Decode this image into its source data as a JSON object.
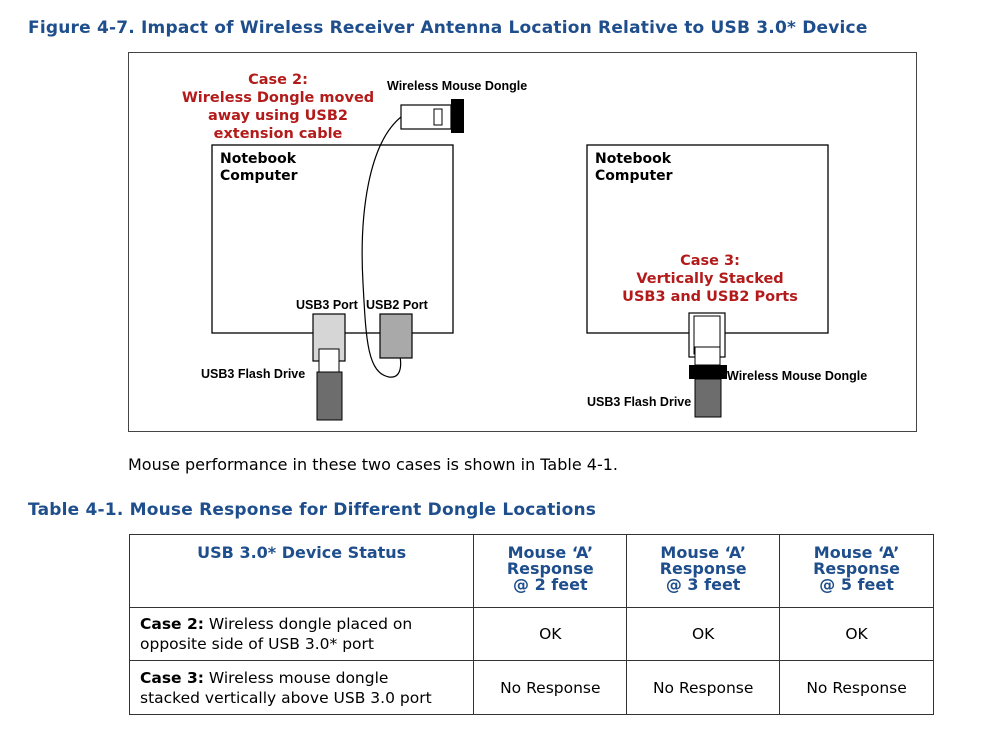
{
  "figure": {
    "caption": "Figure 4-7. Impact of Wireless Receiver Antenna Location Relative to USB 3.0* Device",
    "left_case": {
      "title_lines": [
        "Case 2:",
        "Wireless Dongle moved",
        "away using USB2",
        "extension cable"
      ],
      "notebook_lines": [
        "Notebook",
        "Computer"
      ],
      "dongle_label": "Wireless Mouse Dongle",
      "usb3_port_label": "USB3 Port",
      "usb2_port_label": "USB2 Port",
      "flash_drive_label": "USB3 Flash Drive"
    },
    "right_case": {
      "notebook_lines": [
        "Notebook",
        "Computer"
      ],
      "title_lines": [
        "Case 3:",
        "Vertically Stacked",
        "USB3 and USB2 Ports"
      ],
      "dongle_label": "Wireless Mouse Dongle",
      "flash_drive_label": "USB3 Flash Drive"
    }
  },
  "body_text": "Mouse performance in these two cases is shown in Table 4-1.",
  "table": {
    "caption": "Table 4-1. Mouse Response for Different Dongle Locations",
    "headers": [
      {
        "lines": [
          "USB 3.0* Device Status"
        ]
      },
      {
        "lines": [
          "Mouse ‘A’",
          "Response",
          "@ 2 feet"
        ]
      },
      {
        "lines": [
          "Mouse ‘A’",
          "Response",
          "@ 3 feet"
        ]
      },
      {
        "lines": [
          "Mouse ‘A’",
          "Response",
          "@ 5 feet"
        ]
      }
    ],
    "rows": [
      {
        "case": "Case 2:",
        "desc_line1": " Wireless dongle placed on",
        "desc_line2": "opposite side of USB 3.0* port",
        "values": [
          "OK",
          "OK",
          "OK"
        ]
      },
      {
        "case": "Case 3:",
        "desc_line1": " Wireless mouse dongle",
        "desc_line2": "stacked vertically above USB 3.0 port",
        "values": [
          "No Response",
          "No Response",
          "No Response"
        ]
      }
    ]
  },
  "colors": {
    "heading": "#1f4e8c",
    "case_label": "#b31b1b"
  }
}
